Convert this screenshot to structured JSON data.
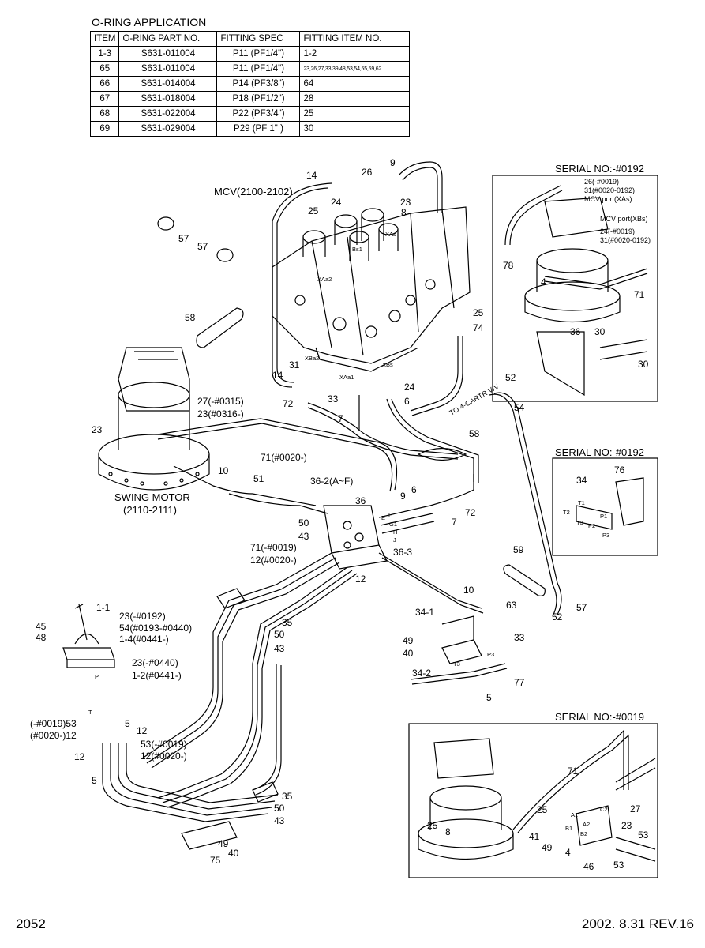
{
  "oring": {
    "title": "O-RING APPLICATION",
    "headers": [
      "ITEM",
      "O-RING PART NO.",
      "FITTING SPEC",
      "FITTING ITEM NO."
    ],
    "rows": [
      [
        "1-3",
        "S631-011004",
        "P11 (PF1/4\")",
        "1-2"
      ],
      [
        "65",
        "S631-011004",
        "P11 (PF1/4\")",
        "23,26,27,33,39,48,53,54,55,59,62"
      ],
      [
        "66",
        "S631-014004",
        "P14 (PF3/8\")",
        "64"
      ],
      [
        "67",
        "S631-018004",
        "P18 (PF1/2\")",
        "28"
      ],
      [
        "68",
        "S631-022004",
        "P22 (PF3/4\")",
        "25"
      ],
      [
        "69",
        "S631-029004",
        "P29 (PF  1\" )",
        "30"
      ]
    ]
  },
  "titles": {
    "mcv": "MCV(2100-2102)",
    "swing_motor": "SWING MOTOR",
    "swing_motor_range": "(2110-2111)",
    "to_4cartr": "TO 4-CARTR V/V",
    "serial_a": "SERIAL NO:-#0192",
    "serial_b": "SERIAL NO:-#0192",
    "serial_c": "SERIAL NO:-#0019"
  },
  "callouts": {
    "c14a": "14",
    "c26a": "26",
    "c9a": "9",
    "c24a": "24",
    "c23a": "23",
    "c25a": "25",
    "c8a": "8",
    "c57a": "57",
    "c57b": "57",
    "c58a": "58",
    "c31a": "31",
    "c14b": "14",
    "c72a": "72",
    "c33a": "33",
    "c24b": "24",
    "c6a": "6",
    "c7a": "7",
    "c25b": "25",
    "c74": "74",
    "c27": "27(-#0315)",
    "c23b": "23(#0316-)",
    "c23c": "23",
    "c71a": "71(#0020-)",
    "c10a": "10",
    "c51": "51",
    "c58b": "58",
    "c52a": "52",
    "c54a": "54",
    "c362": "36-2(A~F)",
    "c36a": "36",
    "c9b": "9",
    "c6b": "6",
    "c72b": "72",
    "c7b": "7",
    "c50a": "50",
    "c43a": "43",
    "c71b": "71(-#0019)",
    "c12a": "12(#0020-)",
    "c363": "36-3",
    "c12b": "12",
    "c59": "59",
    "c57c": "57",
    "c10b": "10",
    "c63": "63",
    "c52b": "52",
    "c33b": "33",
    "c341": "34-1",
    "c49a": "49",
    "c40a": "40",
    "c342": "34-2",
    "c77": "77",
    "c5a": "5",
    "c11": "1-1",
    "c45": "45",
    "c48": "48",
    "c35a": "35",
    "c50b": "50",
    "c43b": "43",
    "c23d": "23(-#0192)",
    "c54b": "54(#0193-#0440)",
    "c14c": "1-4(#0441-)",
    "c23e": "23(-#0440)",
    "c12c": "1-2(#0441-)",
    "c53a": "(-#0019)53",
    "c12d": "(#0020-)12",
    "c5b": "5",
    "c12e": "12",
    "c53b": "53(-#0019)",
    "c12f": "12",
    "c12g": "12(#0020-)",
    "c5c": "5",
    "c35b": "35",
    "c50c": "50",
    "c43c": "43",
    "c49b": "49",
    "c40b": "40",
    "c75": "75",
    "sa26": "26(-#0019)",
    "sa31": "31(#0020-0192)",
    "sa_mcvxa": "MCV port(XAs)",
    "sa_mcvxb": "MCV port(XBs)",
    "sa24": "24(-#0019)",
    "sa31b": "31(#0020-0192)",
    "sa78": "78",
    "sa4": "4",
    "sa71": "71",
    "sa36": "36",
    "sa30a": "30",
    "sa30b": "30",
    "sb76": "76",
    "sb34": "34",
    "sc71": "71",
    "sc25": "25",
    "sc27": "27",
    "sc23": "23",
    "sc53a": "53",
    "sc41": "41",
    "sc49": "49",
    "sc4": "4",
    "sc25b": "25",
    "sc8": "8",
    "sc46": "46",
    "sc53b": "53"
  },
  "port_marks": {
    "xa2": "XAa2",
    "xbs": "XBs",
    "xas": "XAs",
    "bs1": "Bs1",
    "xba2": "XBa2",
    "xaa1": "XAa1",
    "t1": "T1",
    "t2": "T2",
    "t3": "T3",
    "p1": "P1",
    "p2": "P2",
    "p3": "P3",
    "t": "T",
    "p": "P",
    "a1": "A1",
    "b1": "B1",
    "a2": "A2",
    "b2": "B2",
    "c2": "C2",
    "g1": "G1",
    "h": "H",
    "e": "E",
    "f": "F",
    "j": "J"
  },
  "footer": {
    "page": "2052",
    "date_rev": "2002. 8.31  REV.16"
  }
}
